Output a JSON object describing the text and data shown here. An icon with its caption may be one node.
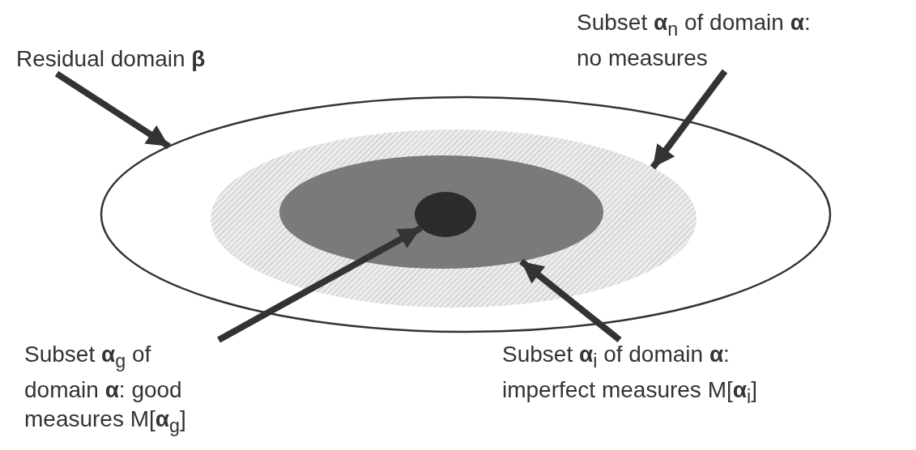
{
  "diagram": {
    "nodes": [
      {
        "text": [
          "Residual domain **β**"
        ]
      },
      {
        "text": [
          "Subset **α**$_{n}$ of domain **α**: no measures"
        ]
      },
      {
        "text": [
          "Subset **α**$_{g}$ of domain **α**: good measures M[**α**$_{g}$]"
        ]
      },
      {
        "text": [
          "Subset **α**$_{i}$ of domain **α**: imperfect measures M[**α**$_{i}$]"
        ]
      },
      {
        "text": [],
        "shape": "ellipse"
      },
      {
        "text": [],
        "shape": "ellipse",
        "in": 4
      },
      {
        "text": [],
        "shape": "ellipse",
        "in": 5
      },
      {
        "text": [],
        "shape": "ellipse",
        "in": 6
      }
    ],
    "edges": [
      {
        "from": 0,
        "to": 4,
        "arrow": "to"
      },
      {
        "from": 1,
        "to": 5,
        "arrow": "to"
      },
      {
        "from": 2,
        "to": 7,
        "arrow": "to"
      },
      {
        "from": 3,
        "to": 6,
        "arrow": "to"
      }
    ]
  }
}
